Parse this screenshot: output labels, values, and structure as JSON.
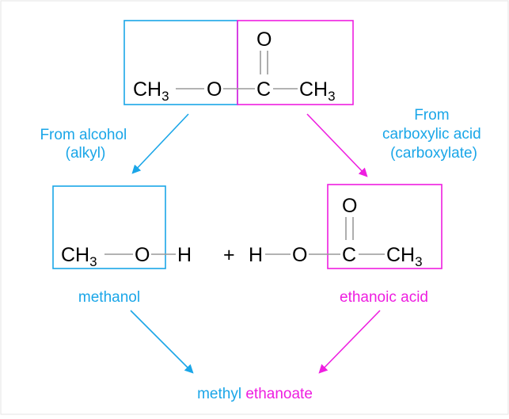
{
  "colors": {
    "alcohol": "#1aa6e8",
    "acid": "#ee1ee0",
    "bond": "#9a9a9a",
    "text": "#000000"
  },
  "ester": {
    "left_group": "CH",
    "left_sub": "3",
    "oxygen": "O",
    "carbon": "C",
    "carbonyl_oxygen": "O",
    "right_group": "CH",
    "right_sub": "3"
  },
  "labels": {
    "from_alcohol_line1": "From alcohol",
    "from_alcohol_line2": "(alkyl)",
    "from_acid_line1": "From",
    "from_acid_line2": "carboxylic acid",
    "from_acid_line3": "(carboxylate)"
  },
  "methanol": {
    "group": "CH",
    "sub": "3",
    "oxygen": "O",
    "hydrogen": "H",
    "name": "methanol"
  },
  "plus": "+",
  "acid": {
    "hydrogen": "H",
    "oxygen": "O",
    "carbon": "C",
    "carbonyl_oxygen": "O",
    "group": "CH",
    "sub": "3",
    "name": "ethanoic acid"
  },
  "product": {
    "alkyl_name": "methyl",
    "acid_name": "ethanoate"
  }
}
